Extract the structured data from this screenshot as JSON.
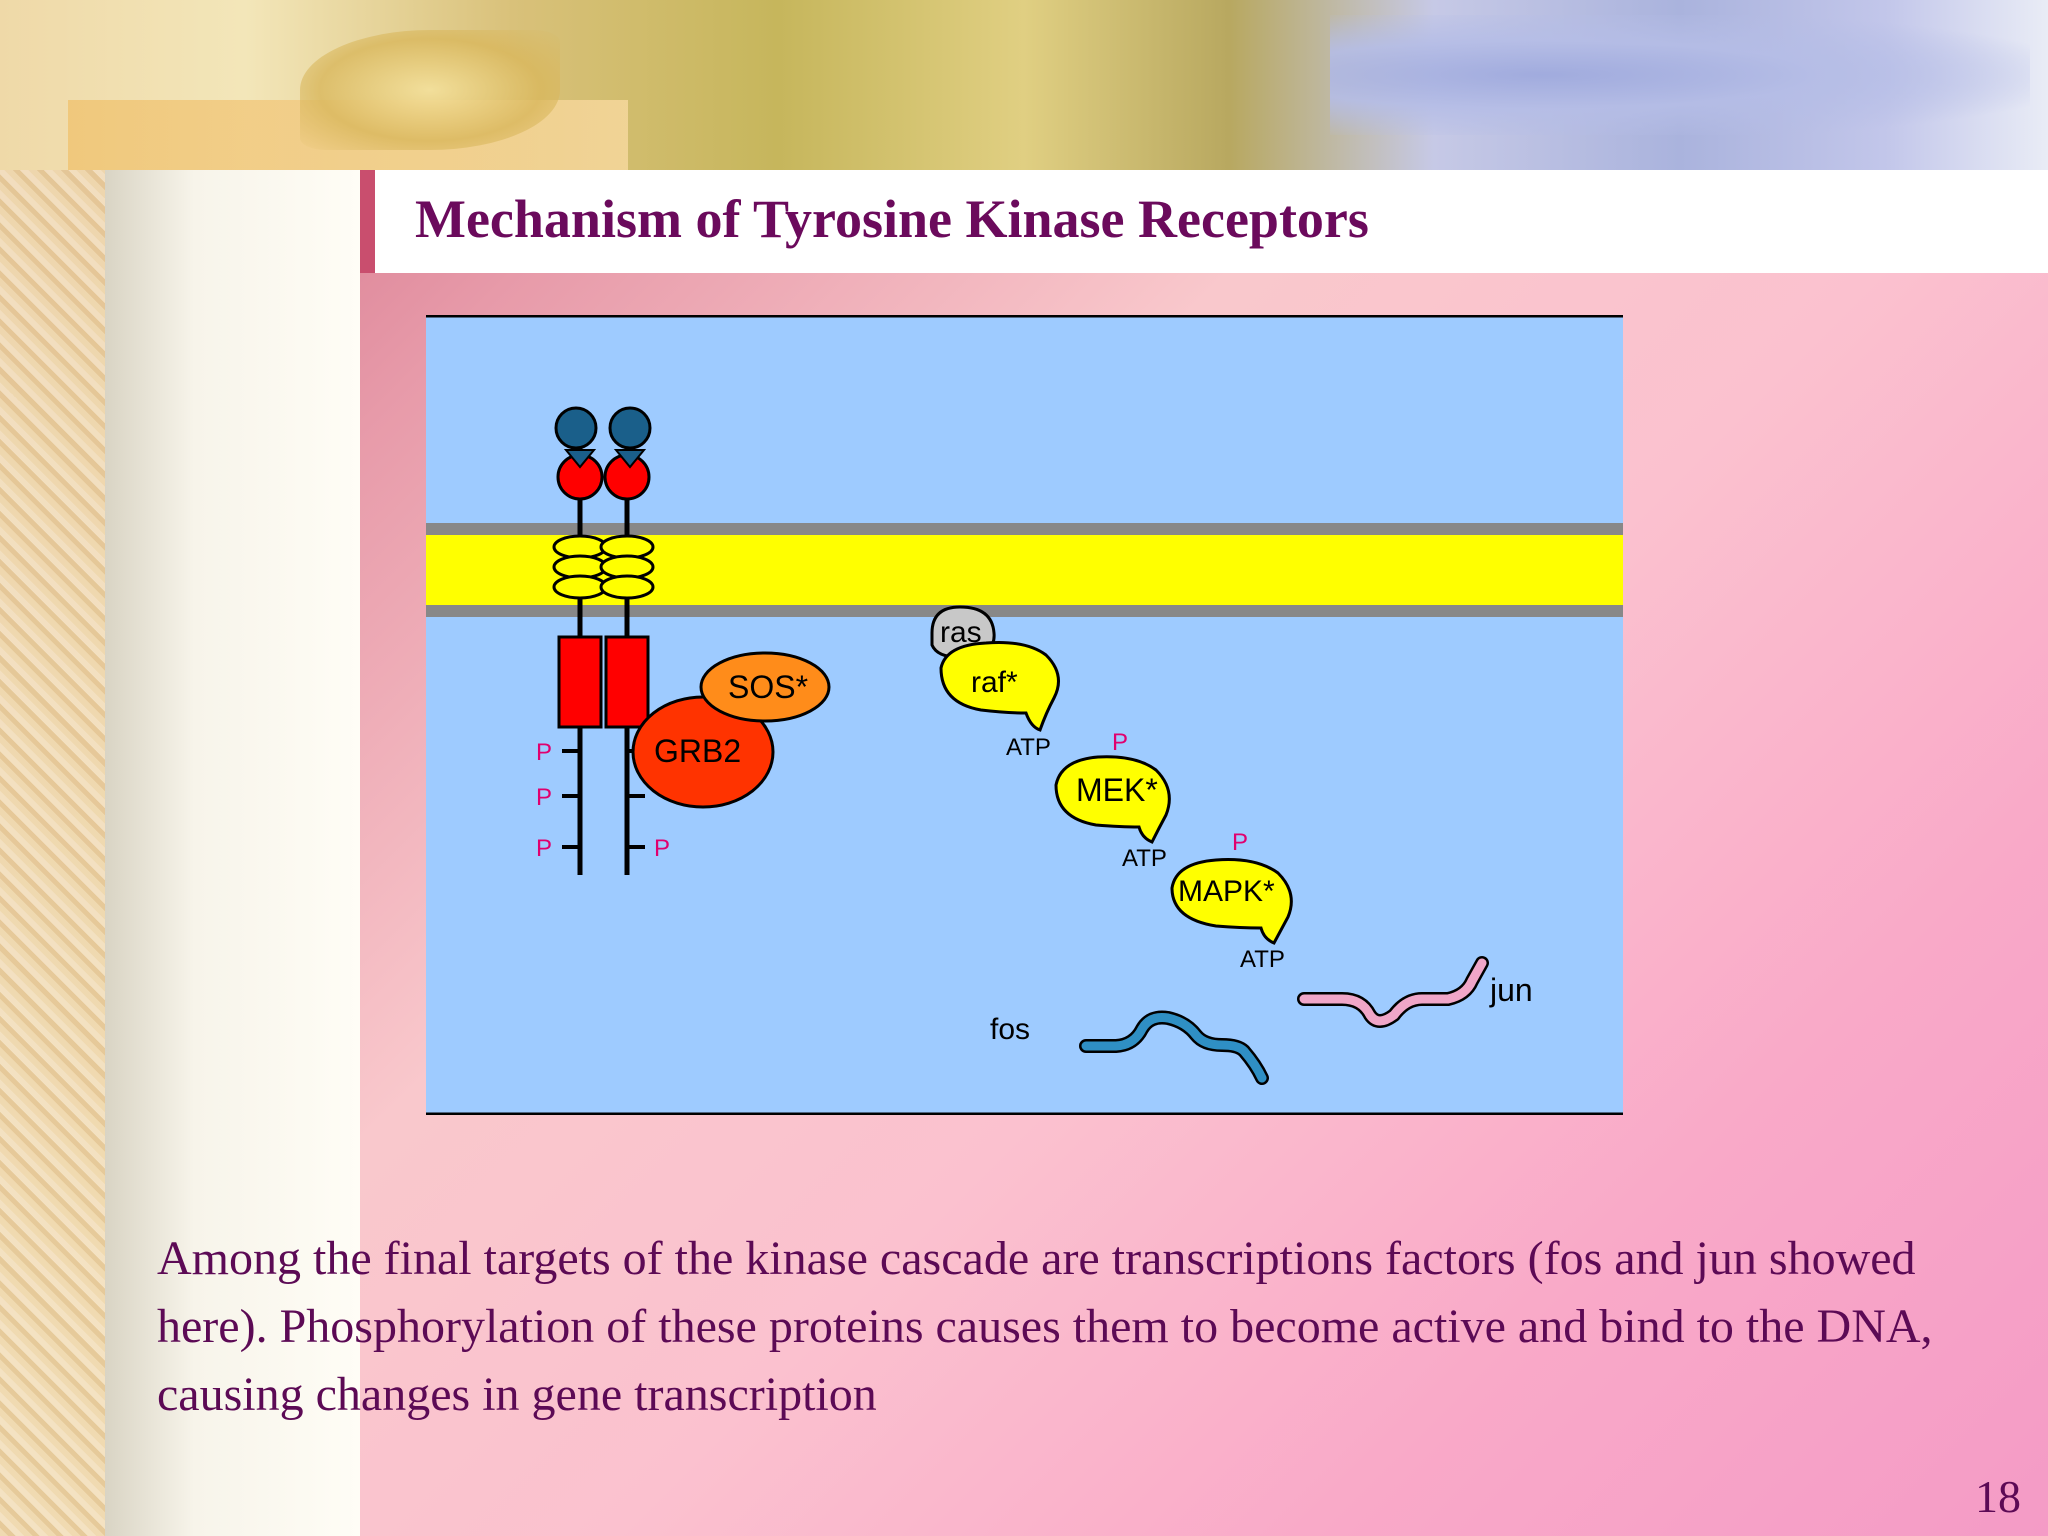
{
  "slide": {
    "title": "Mechanism of Tyrosine Kinase Receptors",
    "body": "Among the final targets of the kinase cascade are transcriptions factors (fos and jun showed here). Phosphorylation of these proteins causes them to become active and bind to the DNA, causing changes in gene transcription",
    "page_number": "18"
  },
  "diagram": {
    "labels": {
      "sos": "SOS*",
      "grb2": "GRB2",
      "ras": "ras",
      "raf": "raf*",
      "mek": "MEK*",
      "mapk": "MAPK*",
      "atp": "ATP",
      "p": "P",
      "fos": "fos",
      "jun": "jun"
    },
    "colors": {
      "cytoplasm": "#9ecbff",
      "membrane_core": "#ffff00",
      "membrane_edge": "#888888",
      "receptor": "#ff0000",
      "ligand": "#1a5f8a",
      "grb2": "#ff3300",
      "sos": "#ff8c1a",
      "kinase": "#ffff00",
      "ras": "#c8c8c8",
      "phosphate": "#e0006e",
      "fos": "#2f8fc4",
      "jun": "#f0a6c8"
    }
  }
}
